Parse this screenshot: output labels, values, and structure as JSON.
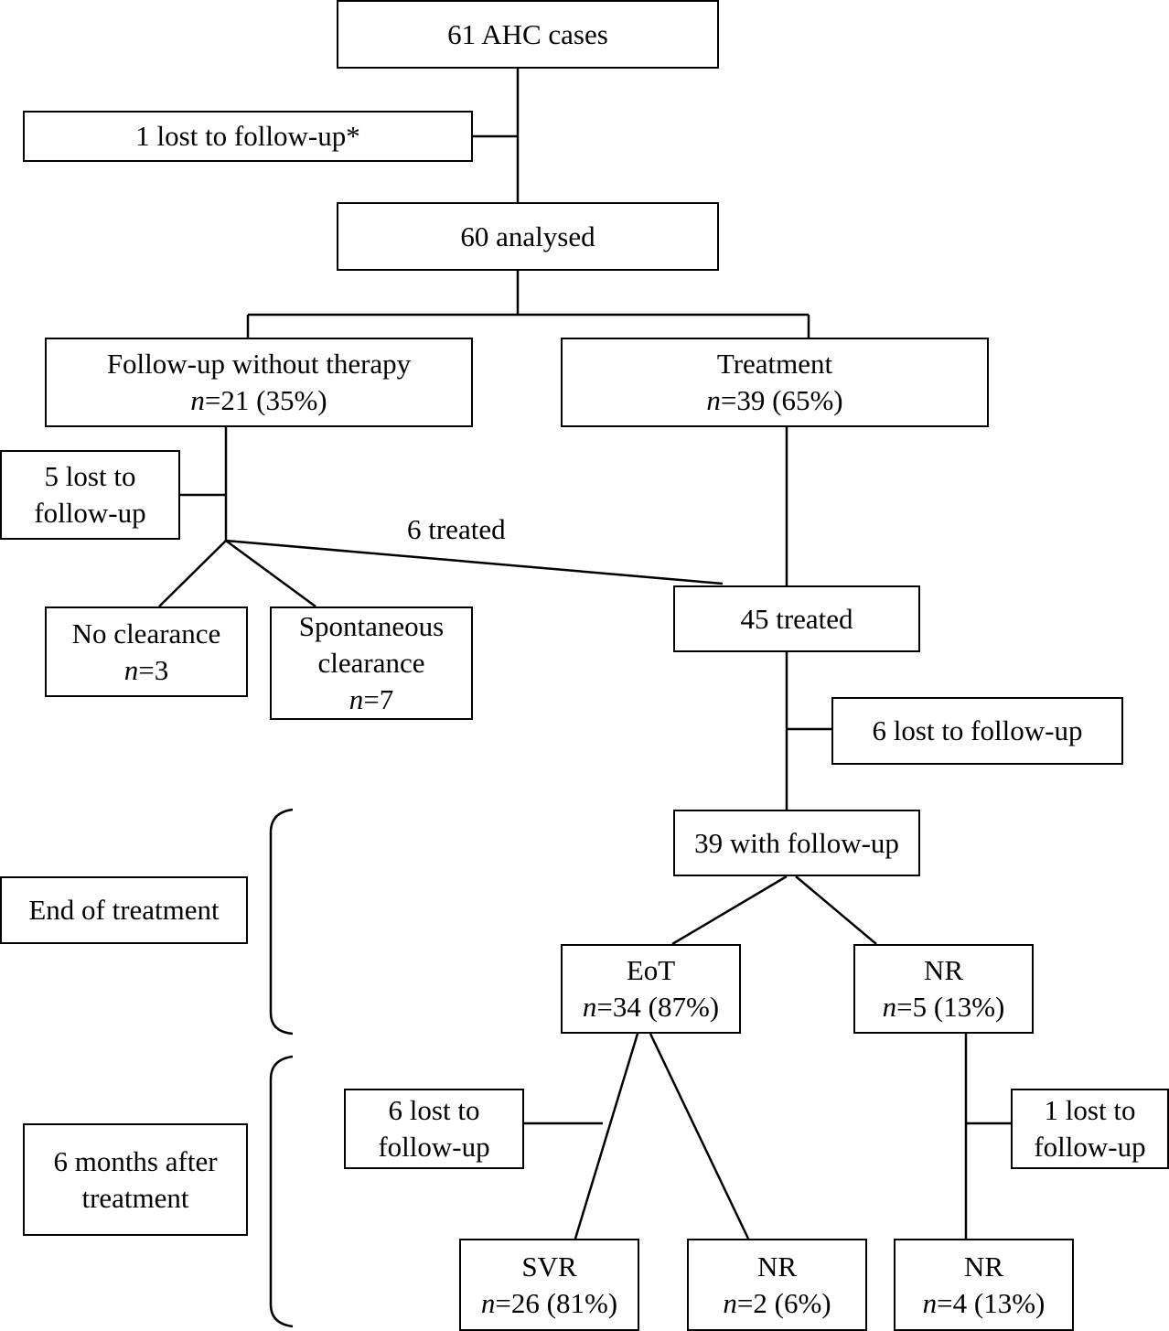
{
  "boxes": {
    "ahc_cases": {
      "line1": "61 AHC cases"
    },
    "lost_initial": {
      "line1": "1 lost to follow-up*"
    },
    "analysed": {
      "line1": "60 analysed"
    },
    "followup_no_therapy": {
      "line1": "Follow-up without therapy",
      "n": "21 (35%)"
    },
    "treatment": {
      "line1": "Treatment",
      "n": "39 (65%)"
    },
    "lost_followup_group": {
      "line1": "5 lost to",
      "line2": "follow-up"
    },
    "no_clearance": {
      "line1": "No clearance",
      "n": "3"
    },
    "spontaneous_clearance": {
      "line1": "Spontaneous",
      "line2": "clearance",
      "n": "7"
    },
    "treated_45": {
      "line1": "45 treated"
    },
    "lost_treated": {
      "line1": "6 lost to follow-up"
    },
    "with_followup_39": {
      "line1": "39 with follow-up"
    },
    "end_of_treatment": {
      "line1": "End of treatment"
    },
    "eot": {
      "line1": "EoT",
      "n": "34 (87%)"
    },
    "nr_eot": {
      "line1": "NR",
      "n": "5 (13%)"
    },
    "six_months": {
      "line1": "6 months after",
      "line2": "treatment"
    },
    "lost_eot": {
      "line1": "6 lost to",
      "line2": "follow-up"
    },
    "lost_nr": {
      "line1": "1 lost to",
      "line2": "follow-up"
    },
    "svr": {
      "line1": "SVR",
      "n": "26 (81%)"
    },
    "nr_svr_branch": {
      "line1": "NR",
      "n": "2 (6%)"
    },
    "nr_final": {
      "line1": "NR",
      "n": "4 (13%)"
    }
  },
  "labels": {
    "six_treated": "6 treated",
    "n_prefix": "n",
    "n_equals": "="
  }
}
